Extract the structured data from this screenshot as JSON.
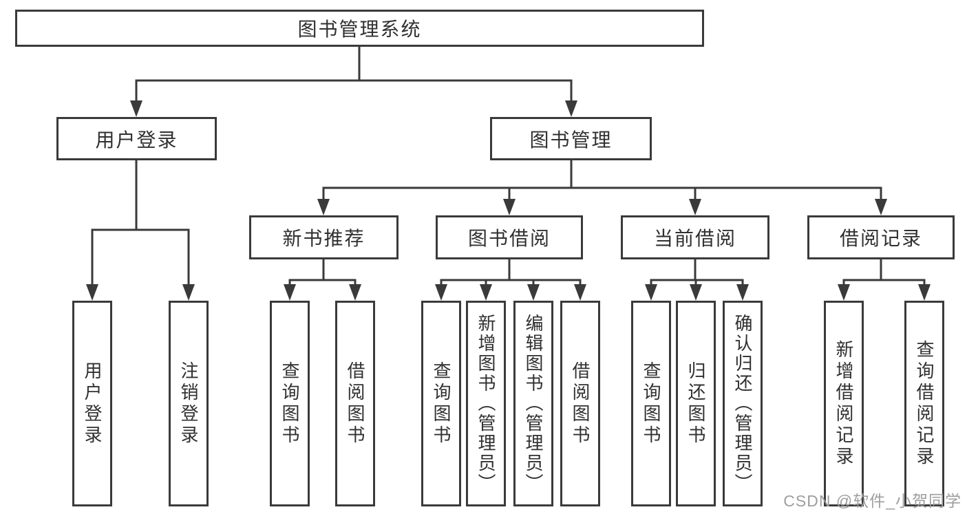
{
  "nodes": {
    "root": "图书管理系统",
    "level2": {
      "user_login": "用户登录",
      "book_management": "图书管理"
    },
    "level3": {
      "new_book_recommend": "新书推荐",
      "book_borrow": "图书借阅",
      "current_borrow": "当前借阅",
      "borrow_record": "借阅记录"
    },
    "leaves": {
      "user_login": "用户登录",
      "logout": "注销登录",
      "nb_query_book": "查询图书",
      "nb_borrow_book": "借阅图书",
      "bb_query_book": "查询图书",
      "bb_add_book": "新增图书（管理员）",
      "bb_edit_book": "编辑图书（管理员）",
      "bb_borrow_book": "借阅图书",
      "cb_query_book": "查询图书",
      "cb_return_book": "归还图书",
      "cb_confirm_return": "确认归还（管理员）",
      "br_add_record": "新增借阅记录",
      "br_query_record": "查询借阅记录"
    }
  },
  "watermark": "CSDN @软件_小贺同学",
  "colors": {
    "line": "#3a3a3a",
    "text": "#303030",
    "watermark": "#9e9e9e",
    "background": "#ffffff"
  }
}
